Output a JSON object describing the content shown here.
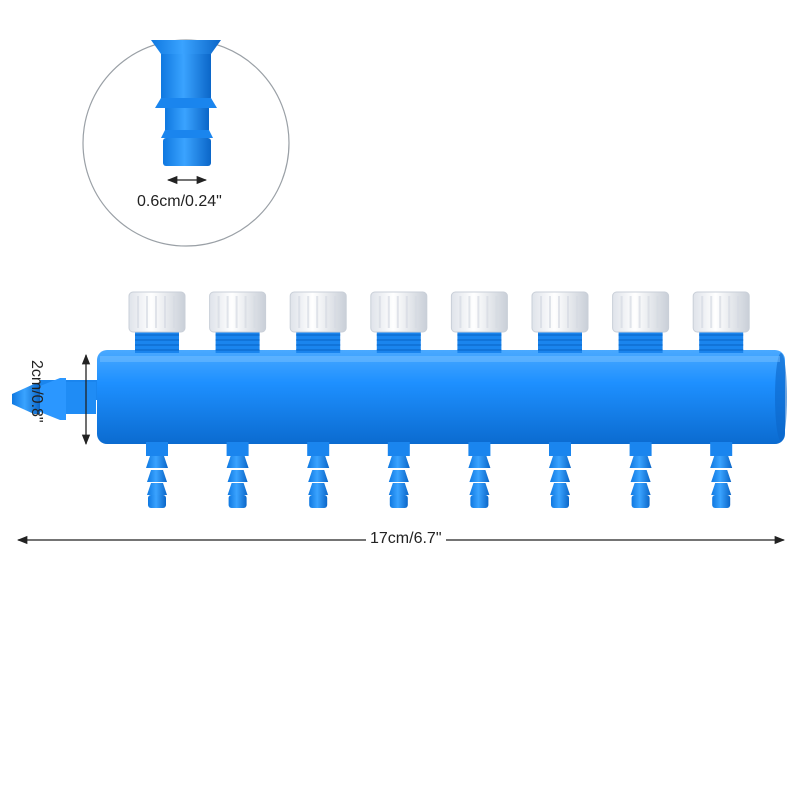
{
  "image": {
    "subject": "blue 8-way air manifold",
    "outlet_count": 8,
    "colors": {
      "body": "#1e90ff",
      "body_shadow": "#0d6fd6",
      "cap": "#f3f5f8",
      "cap_shadow": "#c9cfd8",
      "lens_border": "#9aa0a6",
      "arrow": "#222222"
    }
  },
  "dimensions": {
    "nozzle": "0.6cm/0.24\"",
    "height": "2cm/0.8\"",
    "length": "17cm/6.7\""
  }
}
